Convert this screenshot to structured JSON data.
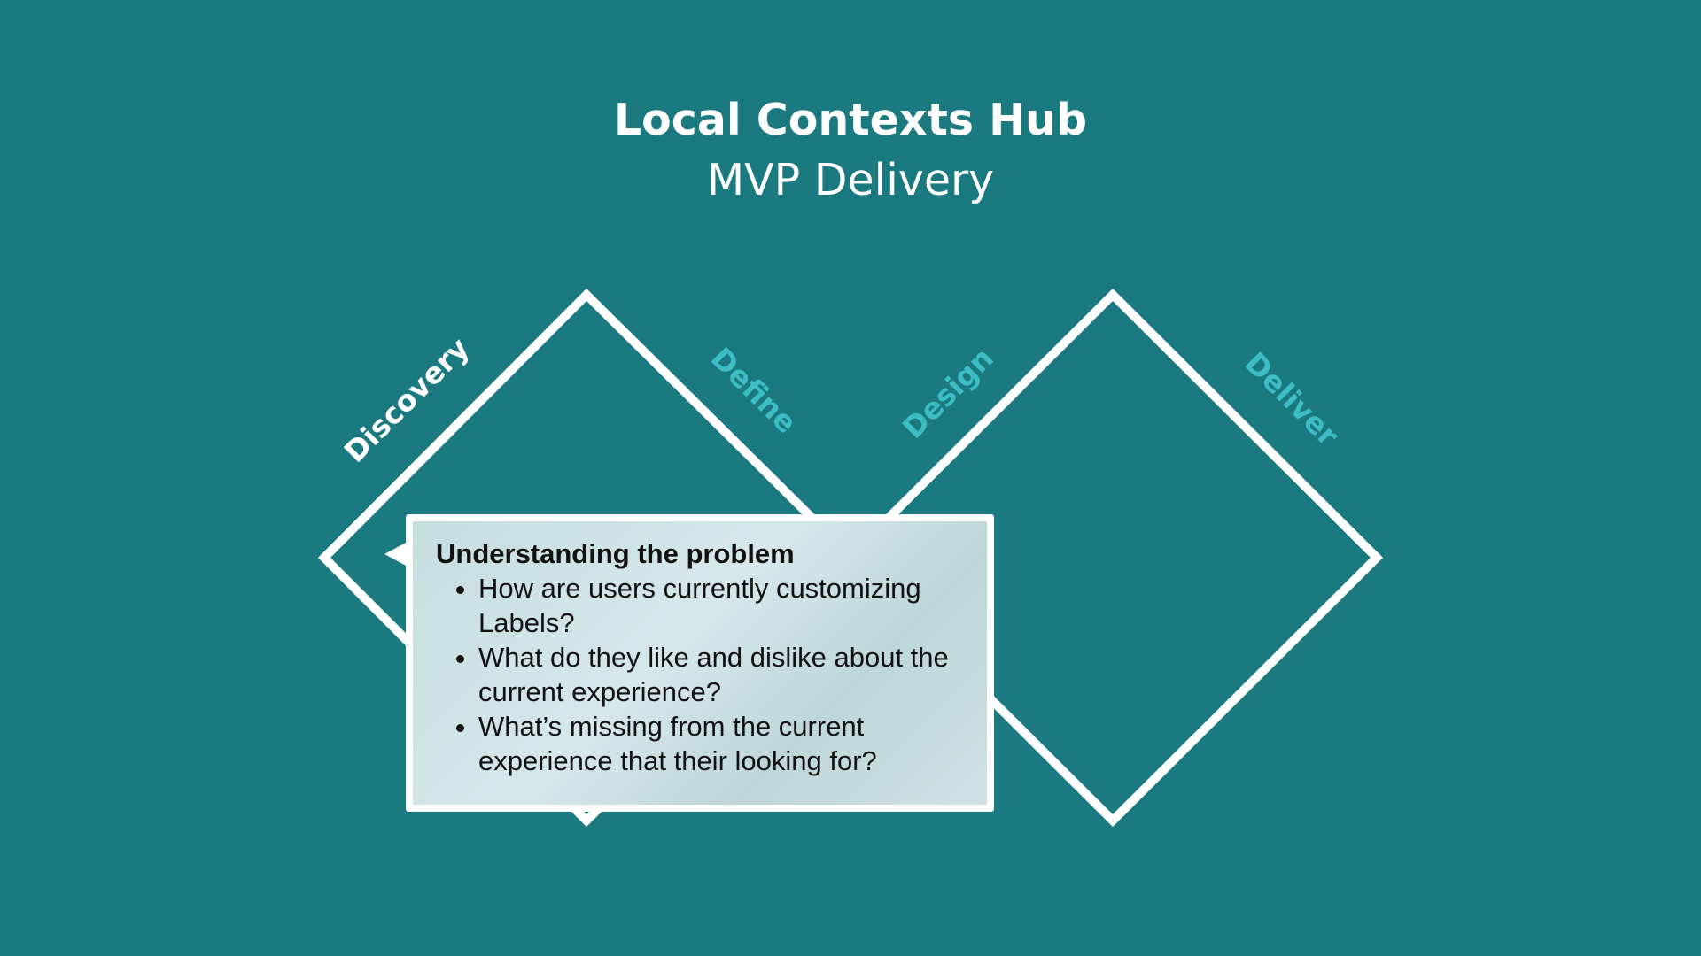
{
  "header": {
    "title": "Local Contexts Hub",
    "subtitle": "MVP Delivery"
  },
  "phases": [
    {
      "label": "Discovery",
      "active": true
    },
    {
      "label": "Define",
      "active": false
    },
    {
      "label": "Design",
      "active": false
    },
    {
      "label": "Deliver",
      "active": false
    }
  ],
  "callout": {
    "heading": "Understanding the problem",
    "items": [
      "How are users currently customizing Labels?",
      "What do they like and dislike about the current experience?",
      "What’s missing from the current experience that their looking for?"
    ]
  },
  "colors": {
    "background": "#1a7a80",
    "outline": "#ffffff",
    "active_label": "#ffffff",
    "inactive_label": "#3dbcc4",
    "callout_fill": "#cfe1e4"
  }
}
